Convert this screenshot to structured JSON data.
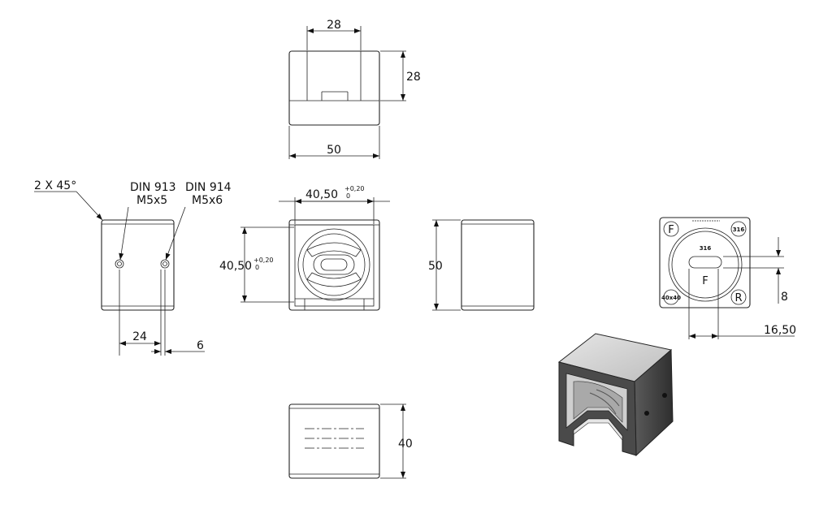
{
  "drawing": {
    "top_view": {
      "width": "28",
      "height": "28",
      "overall": "50"
    },
    "left_view": {
      "chamfer": "2 X 45°",
      "hole1_std": "DIN 913",
      "hole1_size": "M5x5",
      "hole2_std": "DIN 914",
      "hole2_size": "M5x6",
      "dim_a": "24",
      "dim_b": "6"
    },
    "front_view": {
      "width": "40,50",
      "width_tol_upper": "+0,20",
      "width_tol_lower": "0",
      "height": "40,50",
      "height_tol_upper": "+0,20",
      "height_tol_lower": "0"
    },
    "side_view": {
      "height": "50"
    },
    "back_view": {
      "mark_f": "F",
      "mark_r": "R",
      "material": "316",
      "size_code": "40x40",
      "dim_slot": "8",
      "dim_offset": "16,50"
    },
    "bottom_view": {
      "height": "40"
    }
  }
}
